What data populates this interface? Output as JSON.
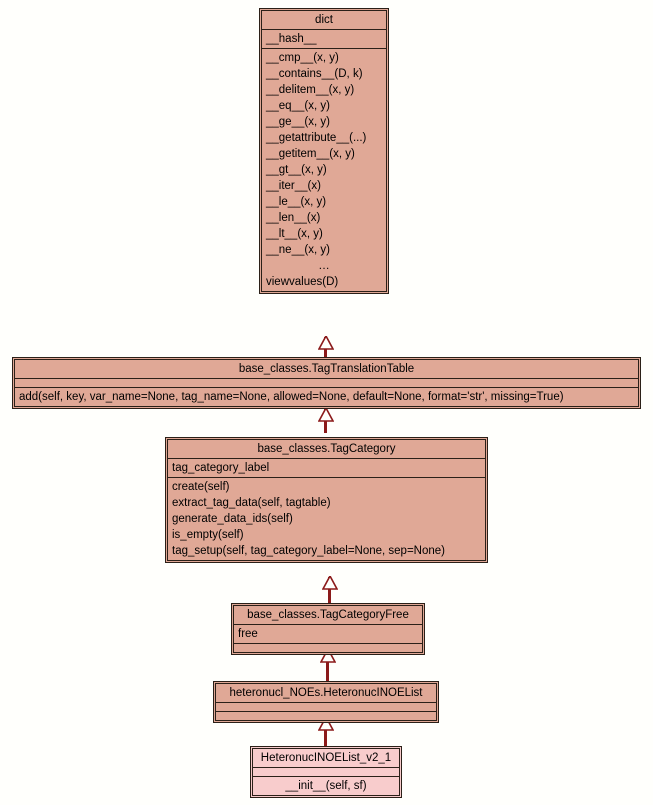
{
  "diagram": {
    "kind": "uml-class-inheritance-diagram",
    "background_color": "#fffffc",
    "class_fill_color": "#e0a896",
    "leaf_fill_color": "#f8cccc",
    "border_color": "#2b2018",
    "edge_color": "#8b1a1a",
    "arrow_style": "hollow-triangle-inheritance"
  },
  "classes": [
    {
      "id": "dict",
      "name": "dict",
      "attributes": [
        "__hash__"
      ],
      "methods": [
        "__cmp__(x, y)",
        "__contains__(D, k)",
        "__delitem__(x, y)",
        "__eq__(x, y)",
        "__ge__(x, y)",
        "__getattribute__(...)",
        "__getitem__(x, y)",
        "__gt__(x, y)",
        "__iter__(x)",
        "__le__(x, y)",
        "__len__(x)",
        "__lt__(x, y)",
        "__ne__(x, y)",
        "…",
        "viewvalues(D)"
      ]
    },
    {
      "id": "tagtranslationtable",
      "name": "base_classes.TagTranslationTable",
      "attributes": [],
      "methods": [
        "add(self, key, var_name=None, tag_name=None, allowed=None, default=None, format='str', missing=True)"
      ]
    },
    {
      "id": "tagcategory",
      "name": "base_classes.TagCategory",
      "attributes": [
        "tag_category_label"
      ],
      "methods": [
        "create(self)",
        "extract_tag_data(self, tagtable)",
        "generate_data_ids(self)",
        "is_empty(self)",
        "tag_setup(self, tag_category_label=None, sep=None)"
      ]
    },
    {
      "id": "tagcategoryfree",
      "name": "base_classes.TagCategoryFree",
      "attributes": [
        "free"
      ],
      "methods": []
    },
    {
      "id": "heteronucinoelist",
      "name": "heteronucl_NOEs.HeteronucINOEList",
      "attributes": [],
      "methods": []
    },
    {
      "id": "heteronucinoelist_v2_1",
      "name": "HeteronucINOEList_v2_1",
      "attributes": [],
      "methods": [
        "__init__(self, sf)"
      ]
    }
  ],
  "relationships": [
    {
      "from": "tagtranslationtable",
      "to": "dict",
      "type": "inheritance"
    },
    {
      "from": "tagcategory",
      "to": "tagtranslationtable",
      "type": "inheritance"
    },
    {
      "from": "tagcategoryfree",
      "to": "tagcategory",
      "type": "inheritance"
    },
    {
      "from": "heteronucinoelist",
      "to": "tagcategoryfree",
      "type": "inheritance"
    },
    {
      "from": "heteronucinoelist_v2_1",
      "to": "heteronucinoelist",
      "type": "inheritance"
    }
  ]
}
